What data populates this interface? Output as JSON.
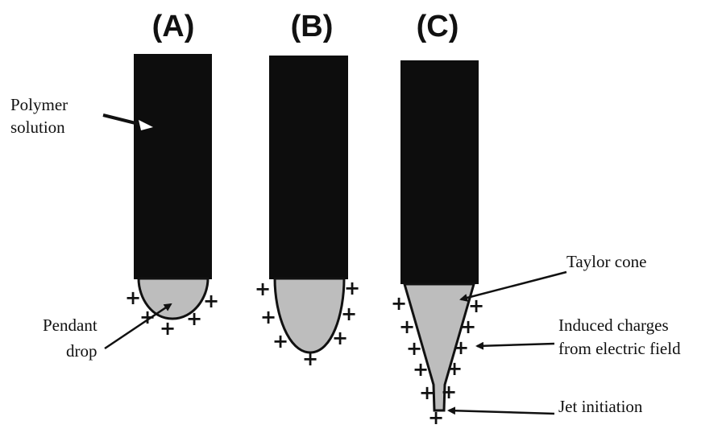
{
  "colors": {
    "tube": "#0d0d0d",
    "drop": "#bdbdbd",
    "ink": "#111111"
  },
  "panels": {
    "a": "(A)",
    "b": "(B)",
    "c": "(C)"
  },
  "labels": {
    "polymer_line1": "Polymer",
    "polymer_line2": "solution",
    "pendant_line1": "Pendant",
    "pendant_line2": "drop",
    "taylor": "Taylor cone",
    "charges_line1": "Induced charges",
    "charges_line2": "from electric field",
    "jet": "Jet initiation"
  },
  "charge_symbol": "+"
}
